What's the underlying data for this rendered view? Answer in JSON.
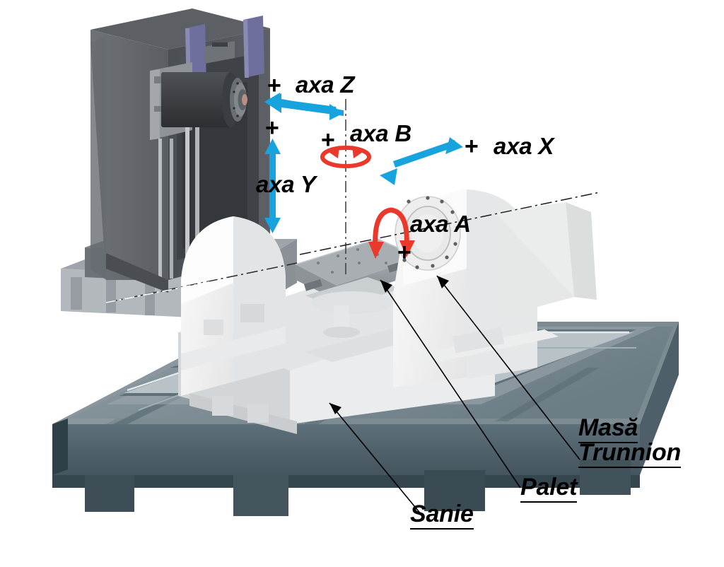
{
  "figure": {
    "subject": "5-axis CNC machining center with trunnion table",
    "background_color": "#ffffff"
  },
  "colors": {
    "linear_axis_arrow": "#17a3dd",
    "rotary_axis_arrow": "#e8392b",
    "label_text": "#000000",
    "column_dark": "#55585c",
    "column_mid": "#6a6e72",
    "guide_cover_blue": "#6f6f9d",
    "bed_slate": "#64757e",
    "bed_dark": "#3f5058",
    "bed_light": "#8d9aa1",
    "trunnion_white": "#f2f2f2",
    "pallet_gray": "#9aa0a4",
    "leader_line": "#000000",
    "centerline": "#1a1a1a"
  },
  "axis_labels": [
    {
      "id": "z",
      "sign": "+",
      "text": "axa Z",
      "kind": "linear",
      "arrow": "double-headed",
      "direction": "horizontal-left-right"
    },
    {
      "id": "y",
      "sign": "+",
      "text": "axa Y",
      "kind": "linear",
      "arrow": "double-headed",
      "direction": "vertical-up-down"
    },
    {
      "id": "b",
      "sign": "+",
      "text": "axa B",
      "kind": "rotary",
      "arrow": "ellipse-rotation",
      "direction": "about-vertical-axis"
    },
    {
      "id": "x",
      "sign": "+",
      "text": "axa X",
      "kind": "linear",
      "arrow": "double-headed",
      "direction": "diagonal-depth"
    },
    {
      "id": "a",
      "sign": "+",
      "text": "axa A",
      "kind": "rotary",
      "arrow": "arc-rotation",
      "direction": "about-horizontal-axis"
    }
  ],
  "part_labels": [
    {
      "id": "masa-trunnion",
      "line1": "Masă",
      "line2": "Trunnion",
      "underlined": true
    },
    {
      "id": "palet",
      "line1": "Palet",
      "line2": "",
      "underlined": true
    },
    {
      "id": "sanie",
      "line1": "Sanie",
      "line2": "",
      "underlined": true
    }
  ],
  "icons": {
    "z_arrow": "double-arrow-horizontal-icon",
    "y_arrow": "double-arrow-vertical-icon",
    "x_arrow": "double-arrow-diagonal-icon",
    "b_rotation": "rotation-ellipse-icon",
    "a_rotation": "rotation-arc-icon",
    "leader": "leader-arrow-icon",
    "centerline": "dash-dot-centerline-icon"
  }
}
